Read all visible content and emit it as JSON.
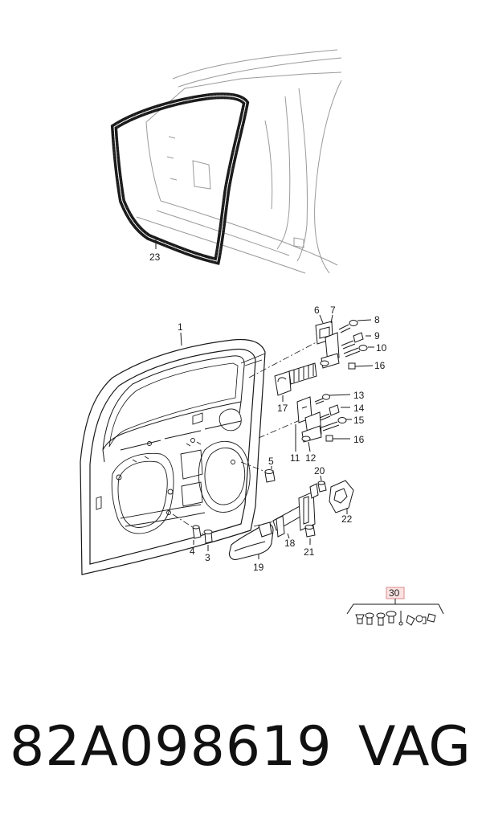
{
  "callouts": {
    "c1": "1",
    "c3": "3",
    "c4": "4",
    "c5": "5",
    "c6": "6",
    "c7": "7",
    "c8": "8",
    "c9": "9",
    "c10": "10",
    "c11": "11",
    "c12": "12",
    "c13": "13",
    "c14": "14",
    "c15": "15",
    "c16a": "16",
    "c16b": "16",
    "c17": "17",
    "c18": "18",
    "c19": "19",
    "c20": "20",
    "c21": "21",
    "c22": "22",
    "c23": "23",
    "c30": "30"
  },
  "colors": {
    "line": "#1a1a1a",
    "ghost": "#9a9a9a",
    "seal_fill": "#e6e6e6",
    "highlight": "#d98a8a"
  },
  "caption": {
    "part_number": "82A098619",
    "brand": "VAG"
  }
}
